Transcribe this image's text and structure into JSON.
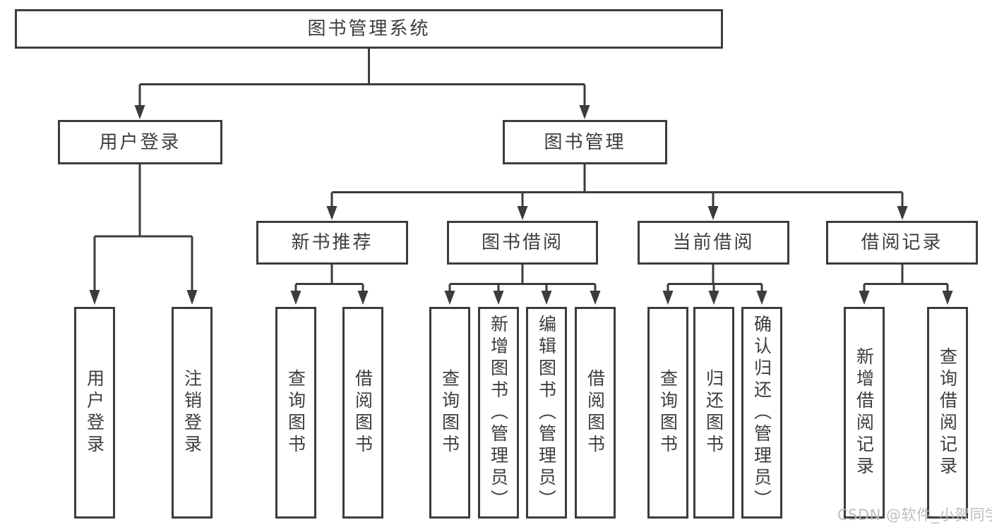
{
  "diagram_title": "图书管理系统",
  "nodes": {
    "root": "图书管理系统",
    "level2": {
      "user_login": "用户登录",
      "book_mgmt": "图书管理"
    },
    "level3": {
      "new_book_rec": "新书推荐",
      "book_borrow": "图书借阅",
      "current_borrow": "当前借阅",
      "borrow_records": "借阅记录"
    },
    "leaves": {
      "user_login": [
        "用户登录",
        "注销登录"
      ],
      "new_book_rec": [
        "查询图书",
        "借阅图书"
      ],
      "book_borrow": [
        "查询图书",
        "新增图书（管理员）",
        "编辑图书（管理员）",
        "借阅图书"
      ],
      "current_borrow": [
        "查询图书",
        "归还图书",
        "确认归还（管理员）"
      ],
      "borrow_records": [
        "新增借阅记录",
        "查询借阅记录"
      ]
    }
  },
  "hierarchy": {
    "图书管理系统": {
      "用户登录": [
        "用户登录",
        "注销登录"
      ],
      "图书管理": {
        "新书推荐": [
          "查询图书",
          "借阅图书"
        ],
        "图书借阅": [
          "查询图书",
          "新增图书（管理员）",
          "编辑图书（管理员）",
          "借阅图书"
        ],
        "当前借阅": [
          "查询图书",
          "归还图书",
          "确认归还（管理员）"
        ],
        "借阅记录": [
          "新增借阅记录",
          "查询借阅记录"
        ]
      }
    }
  },
  "watermark": "CSDN @软件_小贺同学",
  "colors": {
    "line": "#3c3c3c",
    "box_border": "#3c3c3c",
    "text": "#3d3d3d",
    "box_background": "#ffffff",
    "page_background": "#ffffff",
    "watermark": "#b9b9b9"
  }
}
